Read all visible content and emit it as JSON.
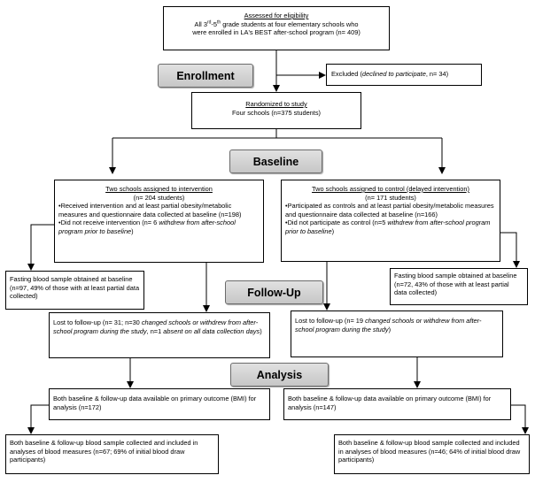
{
  "stages": {
    "enrollment": "Enrollment",
    "baseline": "Baseline",
    "follow_up": "Follow-Up",
    "analysis": "Analysis"
  },
  "assessed": {
    "title": "Assessed for eligibility",
    "line1_pre": "All 3",
    "line1_sup": "rd",
    "line1_mid": "-5",
    "line1_sup2": "th",
    "line1_post": " grade students at four elementary schools who",
    "line2": "were enrolled in LA's BEST after-school program (n= 409)"
  },
  "excluded": {
    "prefix": "Excluded (",
    "reason": "declined to participate",
    "suffix": ", n= 34)"
  },
  "randomized": {
    "title": "Randomized to study",
    "line": "Four schools (n=375 students)"
  },
  "intervention": {
    "title": "Two schools assigned to intervention",
    "count": "(n= 204 students)",
    "bullet1": "•Received intervention and at least partial obesity/metabolic measures and questionnaire data collected at baseline (n=198)",
    "bullet2_pre": "•Did not receive intervention (n= 6 ",
    "bullet2_it": "withdrew from after-school program prior to baseline",
    "bullet2_post": ")"
  },
  "control": {
    "title": "Two schools assigned to control (delayed intervention)",
    "count": "(n= 171 students)",
    "bullet1": "•Participated as controls and at least partial obesity/metabolic measures and questionnaire data collected at baseline (n=166)",
    "bullet2_pre": "•Did not participate as control (n=5 ",
    "bullet2_it": "withdrew from after-school program prior to baseline",
    "bullet2_post": ")"
  },
  "fasting_left": "Fasting blood sample obtained at baseline (n=97, 49% of those with at least partial data collected)",
  "fasting_right": "Fasting blood sample obtained at baseline (n=72, 43% of those with at least partial data collected)",
  "lost_left": {
    "pre": "Lost to follow-up (n= 31; n=30 ",
    "it1": "changed schools or withdrew from after-school program during the study",
    "mid": ", n=1 ",
    "it2": "absent on all data collection days",
    "post": ")"
  },
  "lost_right": {
    "pre": "Lost to follow-up (n= 19 ",
    "it": "changed schools or withdrew from after-school program during the study",
    "post": ")"
  },
  "both_left": "Both baseline & follow-up data available on primary outcome (BMI) for analysis (n=172)",
  "both_right": "Both baseline & follow-up data available on primary outcome (BMI) for analysis (n=147)",
  "blood_left": "Both baseline & follow-up blood sample collected and included in analyses of blood measures (n=67; 69% of initial blood draw participants)",
  "blood_right": "Both baseline & follow-up blood sample collected and included in analyses of blood measures (n=46; 64% of initial blood draw participants)"
}
